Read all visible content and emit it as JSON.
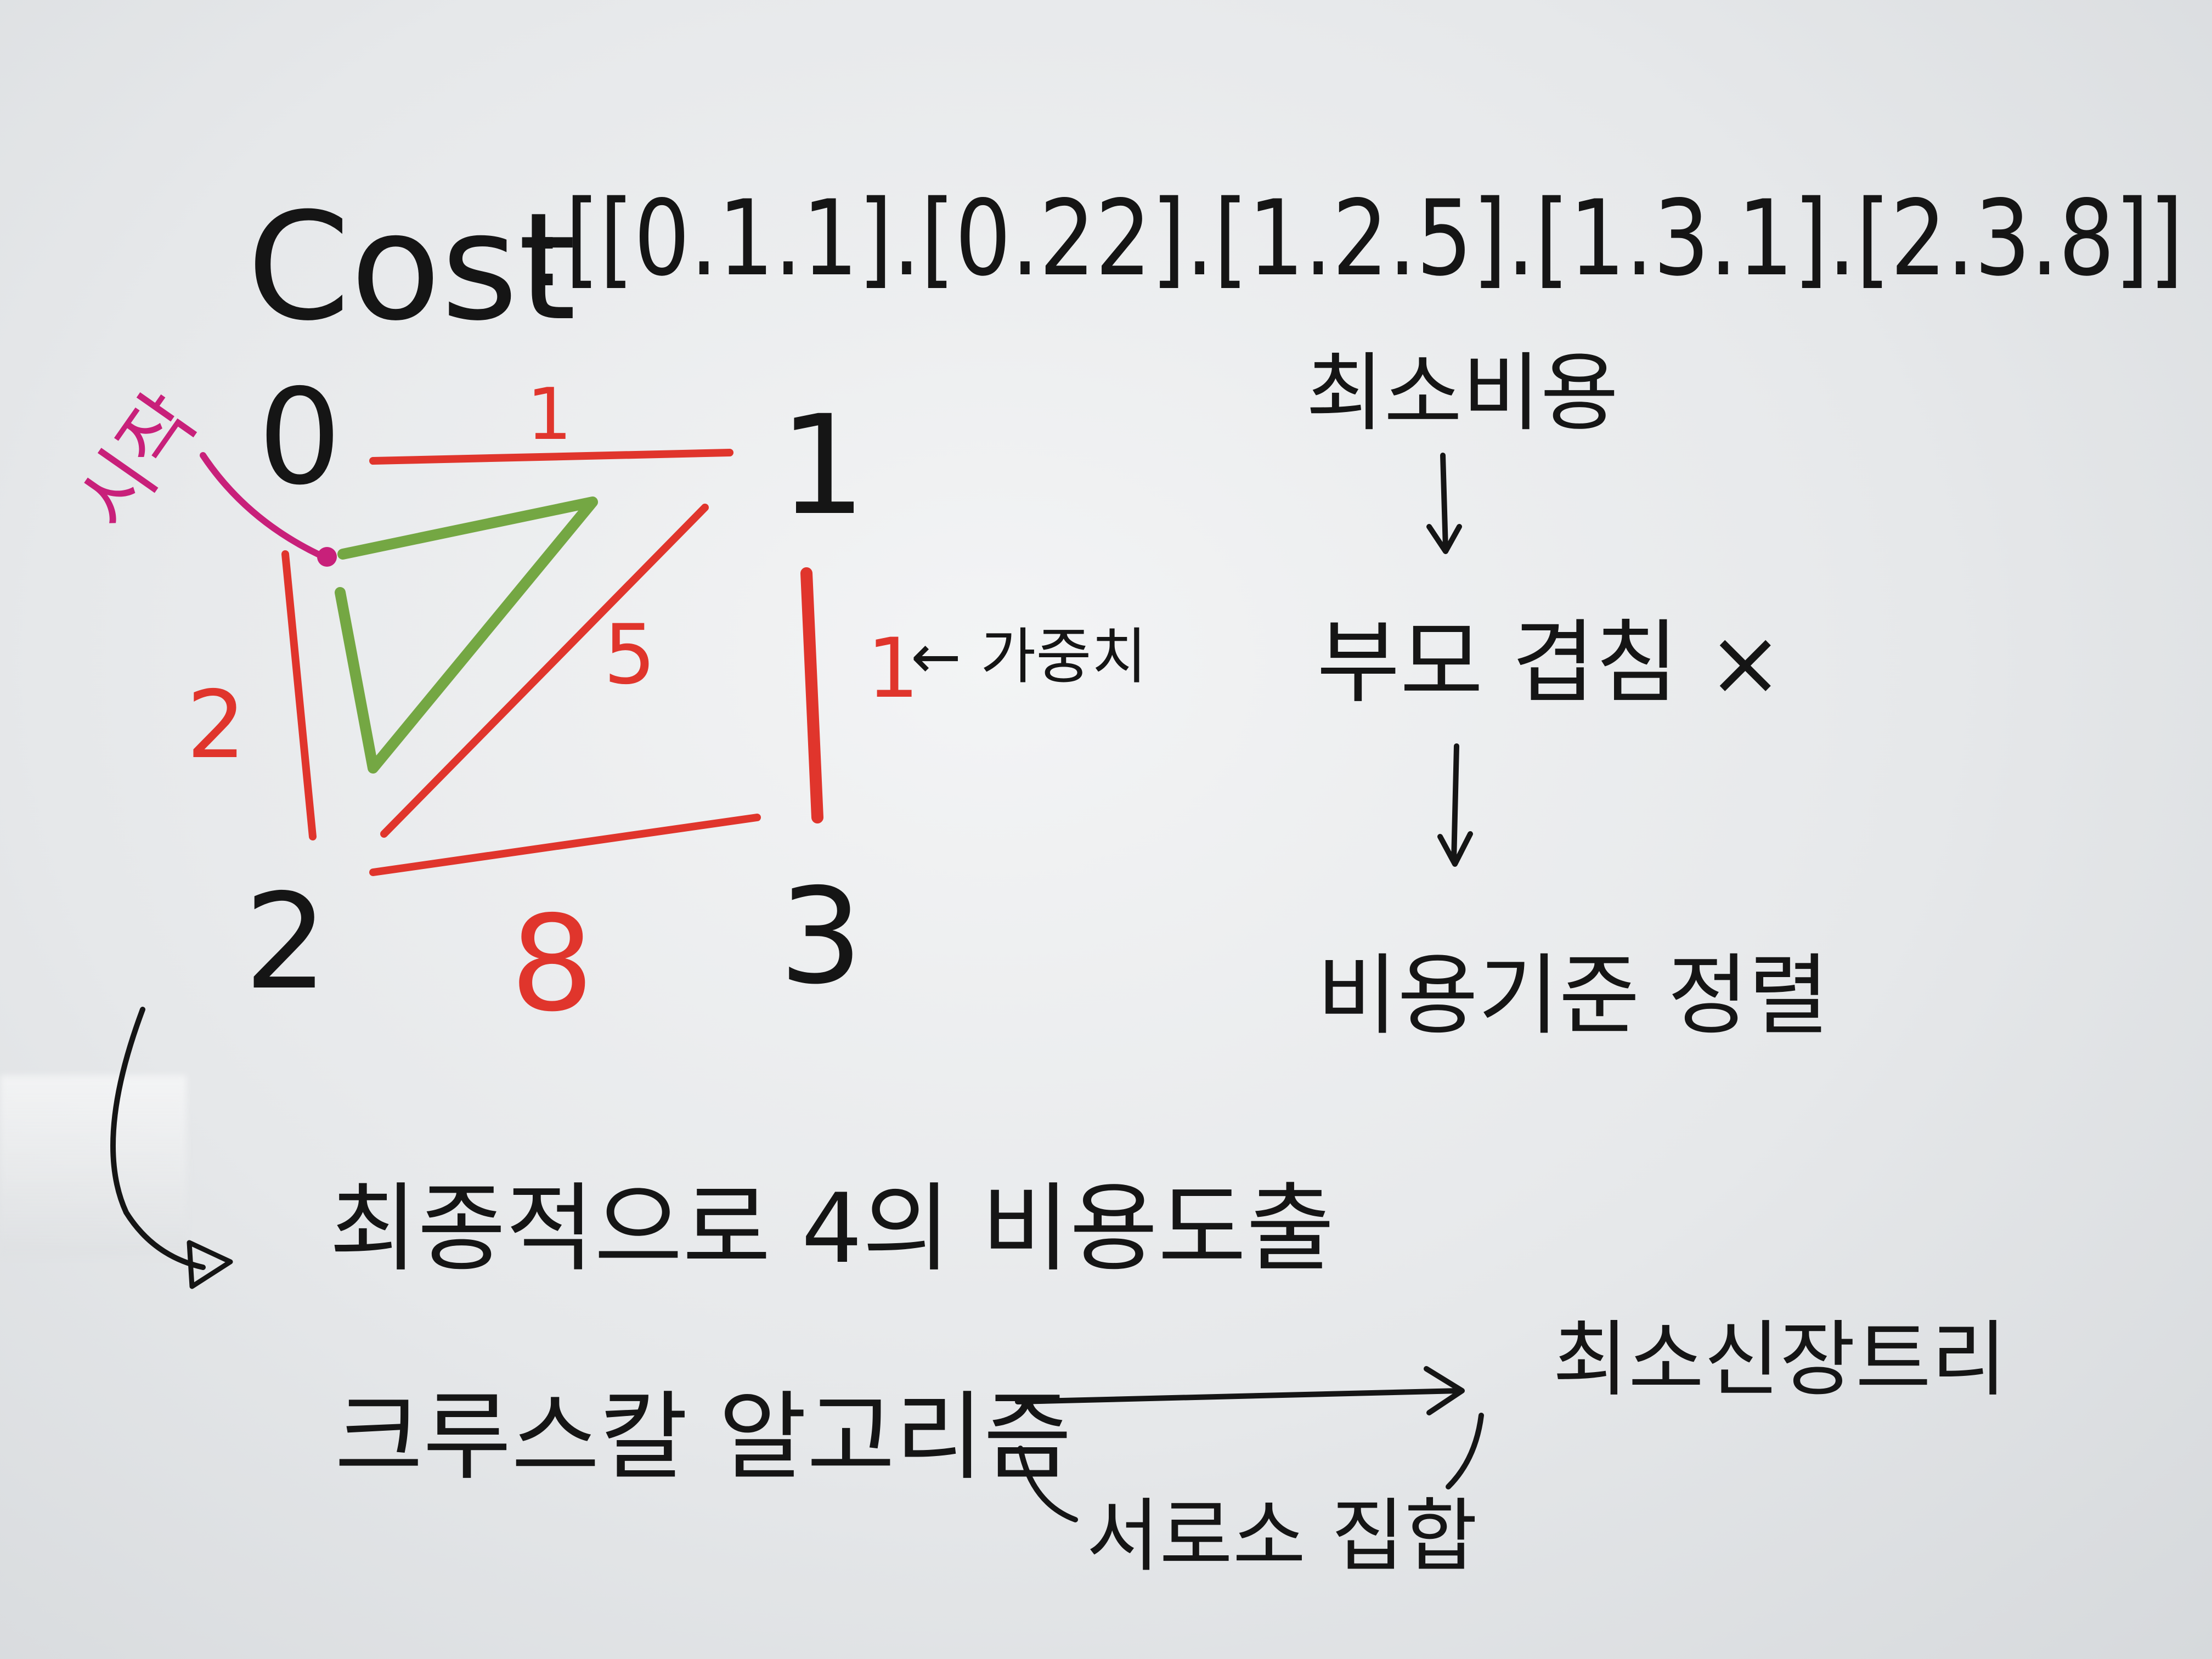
{
  "cost_line": {
    "label": "Cost",
    "colon": ":",
    "value": "[[0.1.1].[0.22].[1.2.5].[1.3.1].[2.3.8]]"
  },
  "graph": {
    "nodes": [
      "0",
      "1",
      "2",
      "3"
    ],
    "edge_weights": {
      "top": "1",
      "left": "2",
      "diagonal": "5",
      "right": "1",
      "bottom": "8"
    },
    "start_label": "시작",
    "weight_label": "← 가중치"
  },
  "steps": {
    "step1": "최소비용",
    "step2": "부모 겹침 ×",
    "step3": "비용기준 정렬"
  },
  "notes": {
    "result": "최종적으로 4의 비용도출",
    "algorithm": "크루스칼 알고리즘",
    "mst": "최소신장트리",
    "disjoint_set": "서로소 집합"
  },
  "colors": {
    "black_ink": "#151515",
    "red_ink": "#e0352c",
    "green_ink": "#74a743",
    "pink_ink": "#c8207a",
    "board": "#eceeef"
  }
}
